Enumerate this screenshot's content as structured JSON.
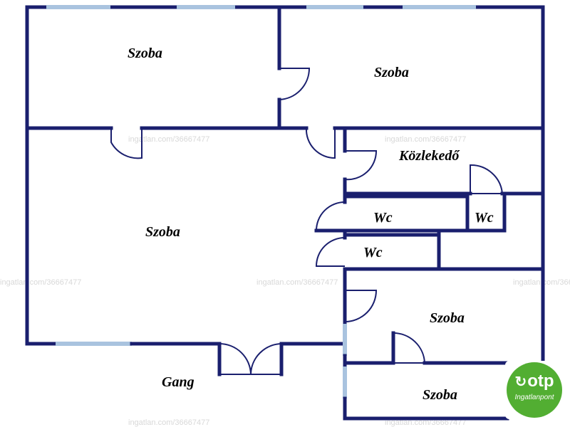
{
  "rooms": {
    "top_left": "Szoba",
    "top_right": "Szoba",
    "big_left": "Szoba",
    "corridor": "Közlekedő",
    "wc_1": "Wc",
    "wc_2": "Wc",
    "wc_3": "Wc",
    "lower_right": "Szoba",
    "bottom_right": "Szoba"
  },
  "outside": {
    "gang": "Gang"
  },
  "watermark": "ingatlan.com/36667477",
  "logo": {
    "brand": "otp",
    "subtitle": "Ingatlanpont"
  },
  "colors": {
    "wall": "#1a1f6e",
    "window": "#a9c3df",
    "logo_green": "#52ae32"
  }
}
